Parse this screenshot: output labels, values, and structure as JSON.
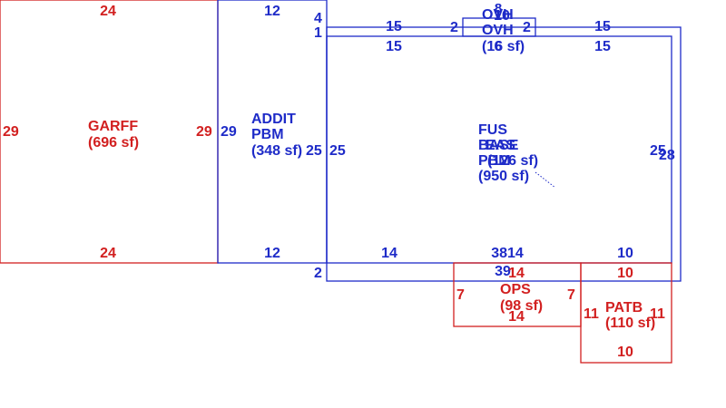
{
  "colors": {
    "red": "#d22020",
    "blue": "#1e2bc8"
  },
  "areas": {
    "garff": {
      "code": "GARFF",
      "size": "(696 sf)",
      "top": "24",
      "bottom": "24",
      "left": "29",
      "right": "29"
    },
    "addit": {
      "code1": "ADDIT",
      "code2": "PBM",
      "size": "(348 sf)",
      "top": "12",
      "bottom": "12",
      "left": "29",
      "right": "25"
    },
    "fus": {
      "code1": "FUS",
      "code2": "BASE",
      "code3": "PBM",
      "size1": "(126 sf)",
      "size2": "(950 sf)",
      "overlap": "EAS",
      "left": "25",
      "right": "25",
      "right2": "28",
      "top_left": "15",
      "top_left2": "15",
      "top_right": "15",
      "top_right2": "15",
      "bottom_left": "14",
      "bottom_mid": "3814",
      "bottom_mid2": "39",
      "bottom_right": "10",
      "side_a": "4",
      "side_b": "1",
      "side_c": "2"
    },
    "ovh": {
      "code1": "OVH",
      "code2": "OVH",
      "size": "(16 sf)",
      "top": "8",
      "top2": "10",
      "left": "2",
      "right": "2",
      "mid": "6"
    },
    "ops": {
      "code": "OPS",
      "size": "(98 sf)",
      "top": "14",
      "bottom": "14",
      "left": "7",
      "right": "7"
    },
    "patb": {
      "code": "PATB",
      "size": "(110 sf)",
      "top": "10",
      "bottom": "10",
      "left": "11",
      "right": "11"
    }
  }
}
